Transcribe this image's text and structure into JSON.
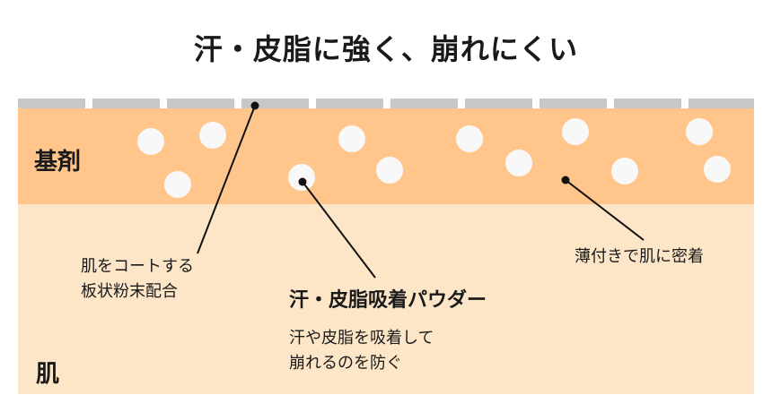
{
  "title": "汗・皮脂に強く、崩れにくい",
  "colors": {
    "coating": "#c8c8c8",
    "base": "#ffc58a",
    "skin": "#fde6c8",
    "particle": "#f8f8f8",
    "line": "#111111"
  },
  "layers": {
    "base_label": "基剤",
    "skin_label": "肌"
  },
  "annotations": {
    "coating_line1": "肌をコートする",
    "coating_line2": "板状粉末配合",
    "powder_title": "汗・皮脂吸着パウダー",
    "powder_line1": "汗や皮脂を吸着して",
    "powder_line2": "崩れるのを防ぐ",
    "adhere": "薄付きで肌に密着"
  }
}
